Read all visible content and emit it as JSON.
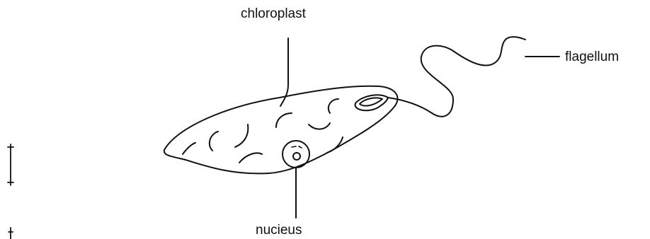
{
  "diagram": {
    "labels": {
      "chloroplast": "chloroplast",
      "flagellum": "flagellum",
      "nucleus": "nucieus"
    },
    "colors": {
      "ink": "#111111",
      "background": "#ffffff"
    }
  }
}
